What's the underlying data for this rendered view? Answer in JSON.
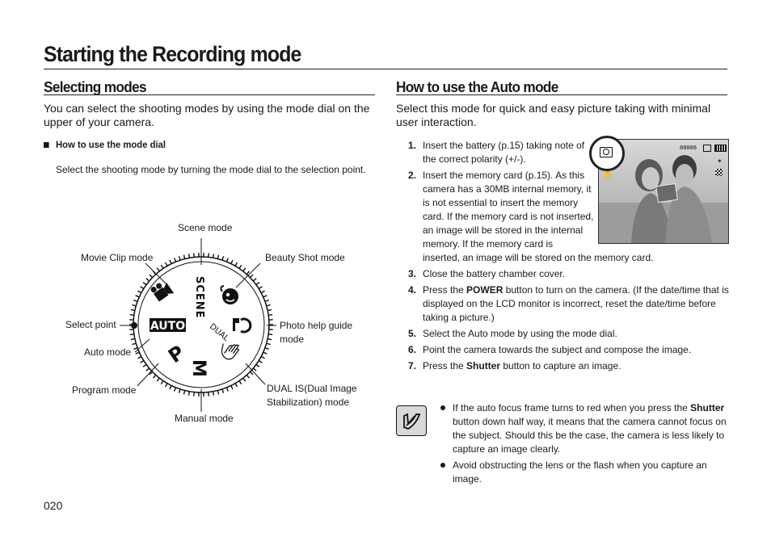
{
  "page": {
    "title": "Starting the Recording mode",
    "page_number": "020"
  },
  "left": {
    "heading": "Selecting modes",
    "intro": "You can select the shooting modes by using the mode dial on the upper of your camera.",
    "subheading": "How to use the mode dial",
    "instruction": "Select the shooting mode by turning the mode dial to the selection point.",
    "dial": {
      "labels": {
        "scene": "Scene mode",
        "movie": "Movie Clip mode",
        "beauty": "Beauty Shot mode",
        "select_point": "Select point",
        "photo_help_1": "Photo help guide",
        "photo_help_2": "mode",
        "auto": "Auto mode",
        "program": "Program mode",
        "dual_1": "DUAL IS(Dual Image",
        "dual_2": "Stabilization) mode",
        "manual": "Manual mode"
      },
      "glyphs": {
        "scene": "SCENE",
        "auto": "AUTO",
        "program": "P",
        "manual": "M",
        "dual": "DUAL"
      }
    }
  },
  "right": {
    "heading": "How to use the Auto mode",
    "intro": "Select this mode for quick and easy picture taking with minimal user interaction.",
    "steps": [
      {
        "n": "1.",
        "pre": "Insert the battery (p.15) taking note of the correct polarity (+/-).",
        "bold": "",
        "post": ""
      },
      {
        "n": "2.",
        "pre": "Insert the memory card (p.15). As this camera has a 30MB internal memory, it is not essential to insert the memory card. If the memory card is not inserted, an image will be stored in the internal memory. If the memory card is inserted, an image will be stored on the memory card.",
        "bold": "",
        "post": ""
      },
      {
        "n": "3.",
        "pre": "Close the battery chamber cover.",
        "bold": "",
        "post": ""
      },
      {
        "n": "4.",
        "pre": "Press the ",
        "bold": "POWER",
        "post": " button to turn on the camera. (If the date/time that is displayed on the LCD monitor is incorrect, reset the date/time before taking a picture.)"
      },
      {
        "n": "5.",
        "pre": "Select the Auto mode by using the mode dial.",
        "bold": "",
        "post": ""
      },
      {
        "n": "6.",
        "pre": "Point the camera towards the subject and compose the image.",
        "bold": "",
        "post": ""
      },
      {
        "n": "7.",
        "pre": "Press the ",
        "bold": "Shutter",
        "post": " button to capture an image."
      }
    ],
    "notes": [
      {
        "pre": "If the auto focus frame turns to red when you press the ",
        "bold": "Shutter",
        "post": " button down half way, it means that the camera cannot focus on the subject. Should this be the case, the camera is less likely to capture an image clearly."
      },
      {
        "pre": "Avoid obstructing the lens or the flash when you capture an image.",
        "bold": "",
        "post": ""
      }
    ],
    "lcd": {
      "counter": "00006"
    }
  }
}
